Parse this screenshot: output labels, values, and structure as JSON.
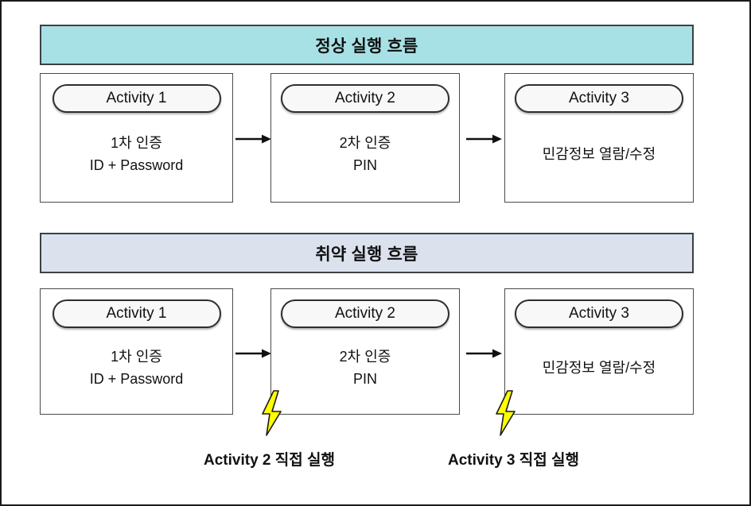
{
  "diagram": {
    "sections": [
      {
        "id": "normal-flow",
        "banner_label": "정상 실행 흐름",
        "banner_color": "#a7e1e6",
        "activities": [
          {
            "pill_label": "Activity 1",
            "line1": "1차 인증",
            "line2": "ID + Password"
          },
          {
            "pill_label": "Activity 2",
            "line1": "2차 인증",
            "line2": "PIN"
          },
          {
            "pill_label": "Activity 3",
            "line1": "민감정보 열람/수정",
            "line2": ""
          }
        ]
      },
      {
        "id": "vulnerable-flow",
        "banner_label": "취약 실행 흐름",
        "banner_color": "#dbe2ee",
        "activities": [
          {
            "pill_label": "Activity 1",
            "line1": "1차 인증",
            "line2": "ID + Password"
          },
          {
            "pill_label": "Activity 2",
            "line1": "2차 인증",
            "line2": "PIN"
          },
          {
            "pill_label": "Activity 3",
            "line1": "민감정보 열람/수정",
            "line2": ""
          }
        ]
      }
    ],
    "attacks": [
      {
        "id": "attack-activity-2",
        "caption": "Activity 2 직접 실행",
        "bolt_color": "#ffff00",
        "bolt_icon": "lightning-bolt-icon"
      },
      {
        "id": "attack-activity-3",
        "caption": "Activity 3 직접 실행",
        "bolt_color": "#ffff00",
        "bolt_icon": "lightning-bolt-icon"
      }
    ],
    "arrow_icon": "arrow-right-icon",
    "colors": {
      "outline": "#3c4043",
      "box_border": "#4a4a4a",
      "text": "#111111"
    }
  }
}
